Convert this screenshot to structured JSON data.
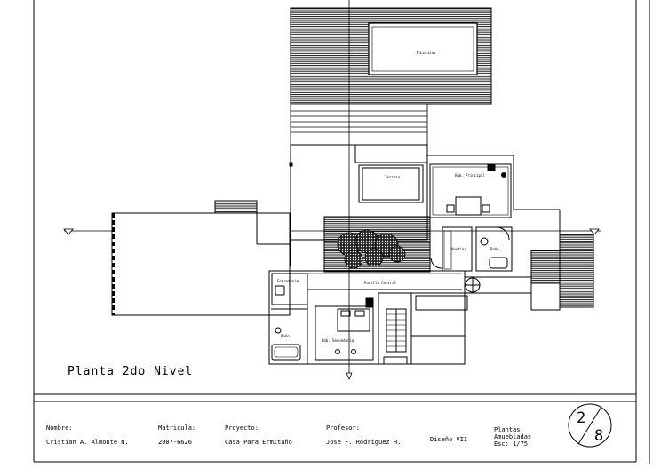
{
  "drawing": {
    "title": "Planta 2do Nivel",
    "rooms": {
      "pool": "Piscina",
      "terrace": "Terraza",
      "master_bedroom": "Hab. Principal",
      "vestier": "Vestier",
      "bath_master": "Baño",
      "bath_secondary": "Baño",
      "central_hall": "Pasillo Central",
      "entertainment": "Entretenim.",
      "secondary_bedroom": "Hab. Secundaria"
    }
  },
  "title_block": {
    "name_label": "Nombre:",
    "name_value": "Cristian A. Almonte N.",
    "matricula_label": "Matricula:",
    "matricula_value": "2007-6626",
    "project_label": "Proyecto:",
    "project_value": "Casa Para Ermitaño",
    "professor_label": "Profesor:",
    "professor_value": "Jose F. Rodriguez H.",
    "course": "Diseño VII",
    "sheet_title_1": "Plantas",
    "sheet_title_2": "Amuebladas",
    "scale": "Esc: 1/75",
    "sheet_num": "2",
    "sheet_total": "8"
  },
  "colors": {
    "line": "#000000",
    "background": "#ffffff"
  }
}
